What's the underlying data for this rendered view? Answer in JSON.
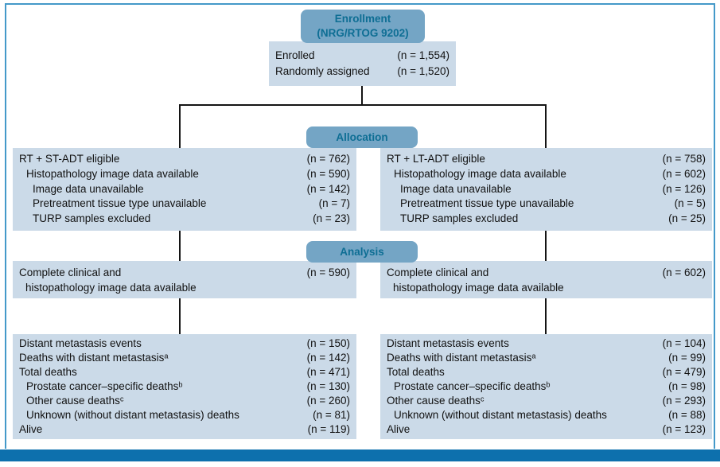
{
  "colors": {
    "header_fill": "#74a5c5",
    "header_text": "#0e6e94",
    "box_fill": "#cbdae8",
    "footer_bar": "#0d70ad",
    "frame_border": "#4499c9",
    "connector": "#141414"
  },
  "enrollment": {
    "header_line1": "Enrollment",
    "header_line2": "(NRG/RTOG 9202)",
    "rows": [
      {
        "label": "Enrolled",
        "value": "(n = 1,554)",
        "indent": 0
      },
      {
        "label": "Randomly assigned",
        "value": "(n = 1,520)",
        "indent": 0
      }
    ]
  },
  "allocation": {
    "header": "Allocation",
    "left_rows": [
      {
        "label": "RT + ST-ADT eligible",
        "value": "(n = 762)",
        "indent": 0
      },
      {
        "label": "Histopathology image data available",
        "value": "(n = 590)",
        "indent": 1
      },
      {
        "label": "Image data unavailable",
        "value": "(n = 142)",
        "indent": 2
      },
      {
        "label": "Pretreatment tissue type unavailable",
        "value": "(n = 7)",
        "indent": 2
      },
      {
        "label": "TURP samples excluded",
        "value": "(n = 23)",
        "indent": 2
      }
    ],
    "right_rows": [
      {
        "label": "RT + LT-ADT eligible",
        "value": "(n = 758)",
        "indent": 0
      },
      {
        "label": "Histopathology image data available",
        "value": "(n = 602)",
        "indent": 1
      },
      {
        "label": "Image data unavailable",
        "value": "(n = 126)",
        "indent": 2
      },
      {
        "label": "Pretreatment tissue type unavailable",
        "value": "(n = 5)",
        "indent": 2
      },
      {
        "label": "TURP samples excluded",
        "value": "(n = 25)",
        "indent": 2
      }
    ]
  },
  "analysis": {
    "header": "Analysis",
    "left": {
      "label_line1": "Complete clinical and",
      "label_line2": "histopathology image data available",
      "value": "(n = 590)"
    },
    "right": {
      "label_line1": "Complete clinical and",
      "label_line2": "histopathology image data available",
      "value": "(n = 602)"
    }
  },
  "outcomes": {
    "left_rows": [
      {
        "label": "Distant metastasis events",
        "value": "(n = 150)",
        "indent": 0
      },
      {
        "label": "Deaths with distant metastasisᵃ",
        "value": "(n = 142)",
        "indent": 0
      },
      {
        "label": "Total deaths",
        "value": "(n = 471)",
        "indent": 0
      },
      {
        "label": "Prostate cancer–specific deathsᵇ",
        "value": "(n = 130)",
        "indent": 1
      },
      {
        "label": "Other cause deathsᶜ",
        "value": "(n = 260)",
        "indent": 1
      },
      {
        "label": "Unknown (without distant metastasis) deaths",
        "value": "(n = 81)",
        "indent": 1
      },
      {
        "label": "Alive",
        "value": "(n = 119)",
        "indent": 0
      }
    ],
    "right_rows": [
      {
        "label": "Distant metastasis events",
        "value": "(n = 104)",
        "indent": 0
      },
      {
        "label": "Deaths with distant metastasisᵃ",
        "value": "(n = 99)",
        "indent": 0
      },
      {
        "label": "Total deaths",
        "value": "(n = 479)",
        "indent": 0
      },
      {
        "label": "Prostate cancer–specific deathsᵇ",
        "value": "(n = 98)",
        "indent": 1
      },
      {
        "label": "Other cause deathsᶜ",
        "value": "(n = 293)",
        "indent": 0
      },
      {
        "label": "Unknown (without distant metastasis) deaths",
        "value": "(n = 88)",
        "indent": 1
      },
      {
        "label": "Alive",
        "value": "(n = 123)",
        "indent": 0
      }
    ]
  }
}
